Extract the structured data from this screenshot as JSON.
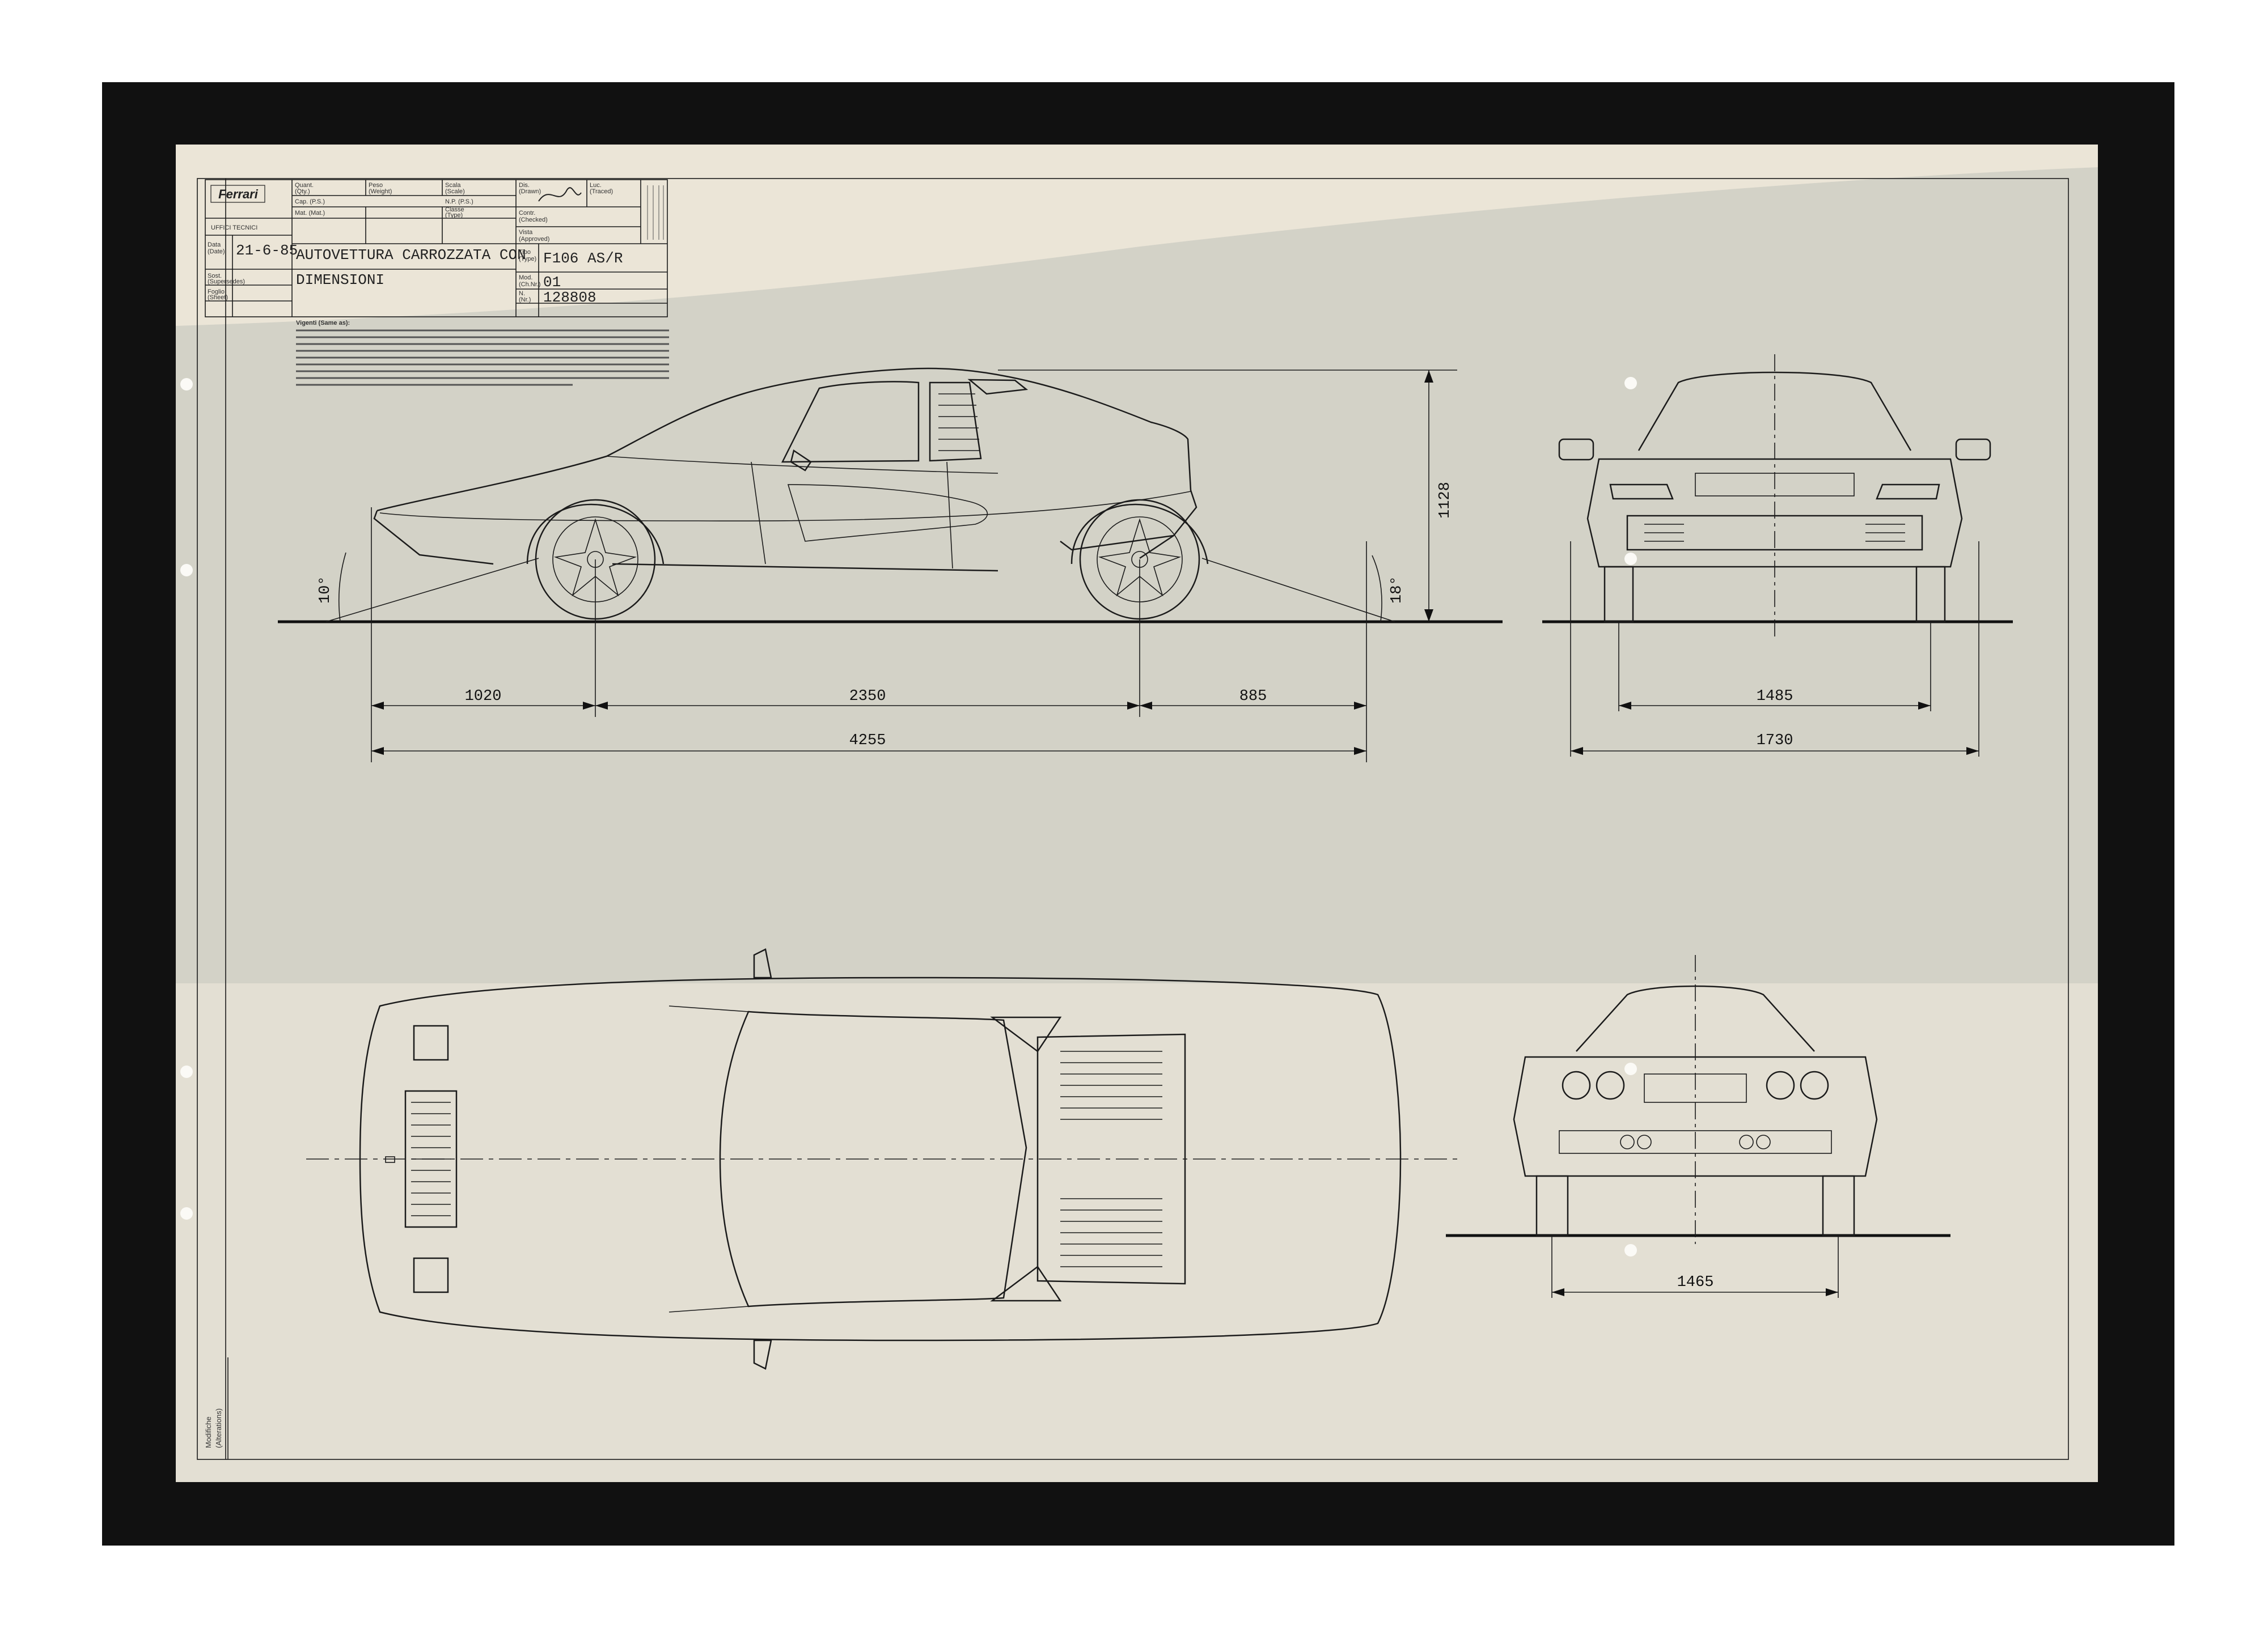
{
  "title_block": {
    "logo": "Ferrari",
    "department": "UFFICI TECNICI",
    "labels": {
      "quant": "Quant.",
      "qty": "(Qty.)",
      "peso": "Peso",
      "weight": "(Weight)",
      "scala": "Scala",
      "scale": "(Scale)",
      "dis": "Dis.",
      "drawn": "(Drawn)",
      "luc": "Luc.",
      "traced": "(Traced)",
      "cap": "Cap. (P.S.)",
      "np": "N.P. (P.S.)",
      "mat": "Mat. (Mat.)",
      "classe": "Classe",
      "type": "(Type)",
      "contr": "Contr.",
      "checked": "(Checked)",
      "vista": "Vista",
      "approved": "(Approved)",
      "tipo": "Tipo",
      "tipo_en": "(Type)",
      "data": "Data",
      "date": "(Date)",
      "sost": "Sost.",
      "supersedes": "(Supersedes)",
      "foglio": "Foglio",
      "sheet": "(Sheet)",
      "mod": "Mod.",
      "mod_en": "(Ch.Nr.)",
      "dis_n": "N.",
      "dis_n_en": "(Nr.)"
    },
    "date_value": "21-6-85",
    "description_line1": "AUTOVETTURA CARROZZATA CON",
    "description_line2": "DIMENSIONI",
    "type_value": "F106 AS/R",
    "mod_value": "01",
    "number_value": "128808",
    "notes_header": "Vigenti (Same as):"
  },
  "side_view": {
    "front_overhang": "1020",
    "wheelbase": "2350",
    "rear_overhang": "885",
    "overall_length": "4255",
    "height": "1128",
    "approach_angle": "10°",
    "departure_angle": "18°"
  },
  "front_view": {
    "track_front": "1485",
    "overall_width": "1730"
  },
  "rear_view": {
    "track_rear": "1465"
  },
  "margin": {
    "modifiche": "Modifiche",
    "alterations": "(Alterations)"
  },
  "colors": {
    "frame": "#111111",
    "paper": "#e3dfd3",
    "ink": "#1b1b1b"
  }
}
